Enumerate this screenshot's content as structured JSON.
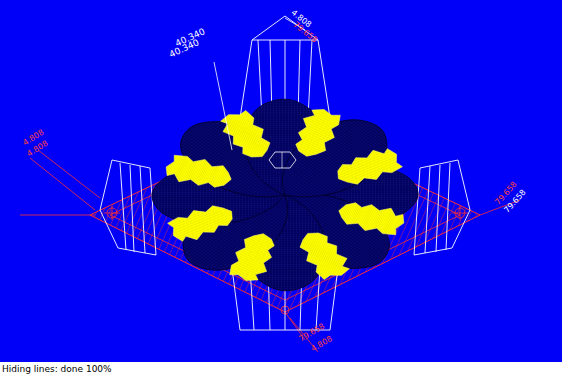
{
  "diagram": {
    "labels": [
      "40.340",
      "40.340",
      "4.808",
      "79.658",
      "4.808",
      "4.808",
      "79.658",
      "79.658",
      "79.658",
      "4.808",
      "Hiding lines: done 100%"
    ]
  }
}
